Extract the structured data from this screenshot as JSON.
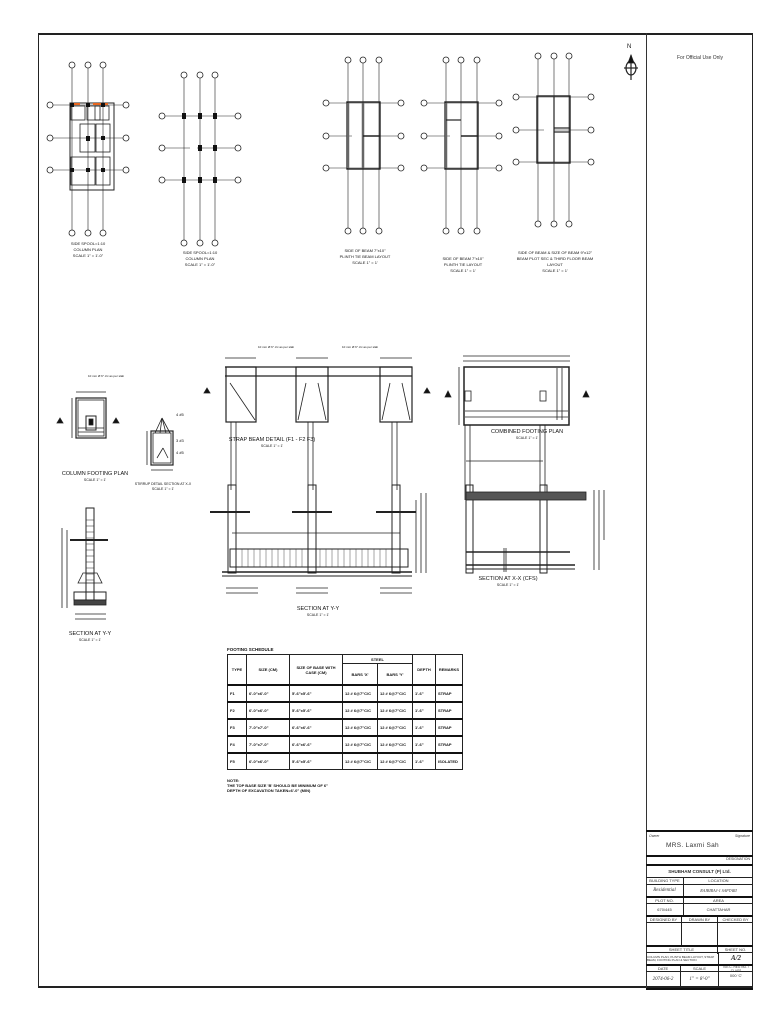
{
  "sheet": {
    "official_use": "For Official Use Only",
    "north_label": "N"
  },
  "plans": {
    "column_plan_1": {
      "title_line1": "SIDE SPOOL=1:10",
      "title_line2": "COLUMN PLAN",
      "scale": "SCALE 1\" = 1'-0\""
    },
    "column_plan_2": {
      "title_line1": "SIDE SPOOL=1:10",
      "title_line2": "COLUMN PLAN",
      "scale": "SCALE 1\" = 1'-0\""
    },
    "plinth_tie_beam_1": {
      "title_line1": "SIDE OF BEAM 7\"x10\"",
      "title_line2": "PLINTH TIE BEAM LAYOUT",
      "scale": "SCALE 1\" = 1'"
    },
    "plinth_tie_beam_2": {
      "title_line1": "SIDE OF BEAM 7\"x10\"",
      "title_line2": "PLINTH TIE LAYOUT",
      "scale": "SCALE 1\" = 1'"
    },
    "floor_beam": {
      "title_line1": "SIDE OF BEAM & SIZE OF BEAM 9\"x12\"",
      "title_line2": "BEAM PLOT SEC & THIRD FLOOR BEAM",
      "title_line3": "LAYOUT",
      "scale": "SCALE 1\" = 1'"
    }
  },
  "details": {
    "column_footing_plan": {
      "title": "COLUMN FOOTING PLAN",
      "scale": "SCALE 1\" = 1'",
      "note": "10 mm Ø 6\" c/c as per slab"
    },
    "stirrup_detail": {
      "title": "STIRRUP DETAIL SECTION AT X-X",
      "scale": "SCALE 1\" = 1'",
      "callout_top": "4 #5",
      "callout_mid": "3 #3",
      "callout_bot": "4 #5"
    },
    "strap_beam_detail": {
      "title": "STRAP BEAM DETAIL (F1 - F2 F3)",
      "scale": "SCALE 1\" = 1'",
      "note_left": "10 mm Ø 6\" c/c as per slab",
      "note_right": "10 mm Ø 6\" c/c as per slab"
    },
    "combined_footing_plan": {
      "title": "COMBINED FOOTING PLAN",
      "scale": "SCALE 1\" = 1'"
    },
    "section_yy_small": {
      "title": "SECTION AT Y-Y",
      "scale": "SCALE 1\" = 1'"
    },
    "section_yy": {
      "title": "SECTION AT Y-Y",
      "scale": "SCALE 1\" = 1'"
    },
    "section_xx": {
      "title": "SECTION AT X-X (CFS)",
      "scale": "SCALE 1\" = 1'"
    }
  },
  "footing_schedule": {
    "title": "FOOTING SCHEDULE",
    "headers": {
      "type": "TYPE",
      "size": "SIZE (CM)",
      "size_of_base": "SIZE OF BASE WITH CASE (CM)",
      "steel": "STEEL",
      "bars_x": "BARS 'X'",
      "bars_y": "BARS 'Y'",
      "depth": "DEPTH",
      "remarks": "REMARKS"
    },
    "rows": [
      {
        "type": "F1",
        "size": "6'-0\"x6'-0\"",
        "base": "5'-6\"x5'-6\"",
        "bars_x": "12 # 6@7\"C/C",
        "bars_y": "12 # 6@7\"C/C",
        "depth": "1'-6\"",
        "remarks": "STRAP"
      },
      {
        "type": "F2",
        "size": "6'-0\"x6'-0\"",
        "base": "5'-6\"x5'-6\"",
        "bars_x": "12 # 6@7\"C/C",
        "bars_y": "12 # 6@7\"C/C",
        "depth": "1'-6\"",
        "remarks": "STRAP"
      },
      {
        "type": "F3",
        "size": "7'-0\"x7'-0\"",
        "base": "6'-6\"x6'-6\"",
        "bars_x": "12 # 6@7\"C/C",
        "bars_y": "12 # 6@7\"C/C",
        "depth": "1'-6\"",
        "remarks": "STRAP"
      },
      {
        "type": "F4",
        "size": "7'-0\"x7'-0\"",
        "base": "6'-6\"x6'-6\"",
        "bars_x": "12 # 6@7\"C/C",
        "bars_y": "12 # 6@7\"C/C",
        "depth": "1'-6\"",
        "remarks": "STRAP"
      },
      {
        "type": "F5",
        "size": "6'-0\"x6'-0\"",
        "base": "5'-6\"x5'-6\"",
        "bars_x": "12 # 6@7\"C/C",
        "bars_y": "12 # 6@7\"C/C",
        "depth": "1'-6\"",
        "remarks": "ISOLATED"
      }
    ],
    "note_label": "NOTE:",
    "note_1": "THE TOP BASE SIZE 'B' SHOULD BE MINIMUM OF 6\"",
    "note_2": "DEPTH OF EXCAVATION TAKEN=6'-0\" (MIN)"
  },
  "title_block": {
    "owner_label": "Owner",
    "signature_label": "Signature",
    "owner_name": "MRS. Laxmi Sah",
    "designation_label": "DESIGNATION",
    "consultant": "SHUBHAM CONSULT (P) Ltd.",
    "building_type_label": "BUILDING TYPE",
    "location_label": "LOCATION",
    "building_type": "Residential",
    "location": "RAJBIRAJ-1 SAPTARI",
    "plot_no_label": "PLOT NO.",
    "area_label": "AREA",
    "plot_no": "670/445",
    "area": "CHATTAHAR",
    "designed_label": "DESIGNED BY",
    "drawn_label": "DRAWN BY",
    "checked_label": "CHECKED BY",
    "sheet_title_label": "SHEET TITLE",
    "sheet_no_label": "SHEET NO.",
    "sheet_title": "COLUMN PLAN, PLINTH BEAM LAYOUT, STRAP BEAM, FOOTING PLAN & SECTION",
    "sheet_no": "A/2",
    "date_label": "DATE",
    "scale_label": "SCALE",
    "reg_label": "N.E.C. REG NO. / CLASS",
    "date": "2074-06-2",
    "scale": "1\" = 8'-0\"",
    "reg": "000 'C'"
  }
}
